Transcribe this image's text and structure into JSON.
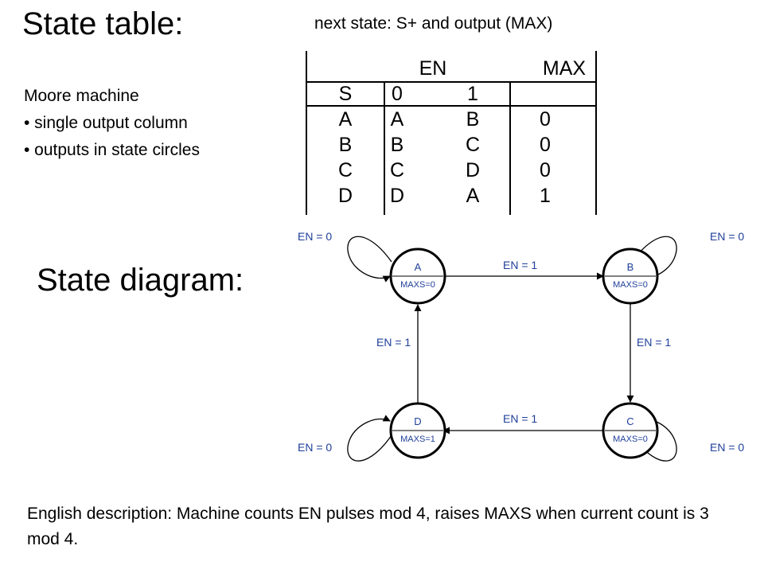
{
  "titles": {
    "state_table": "State table:",
    "state_diagram": "State diagram:"
  },
  "subtitle": "next state: S+ and output (MAX)",
  "moore": {
    "heading": "Moore machine",
    "bullets": [
      "• single output column",
      "• outputs in state circles"
    ]
  },
  "table": {
    "en_header": "EN",
    "max_header": "MAX",
    "s_header": "S",
    "en0_header": "0",
    "en1_header": "1",
    "rows": [
      {
        "s": "A",
        "en0": "A",
        "en1": "B",
        "max": "0"
      },
      {
        "s": "B",
        "en0": "B",
        "en1": "C",
        "max": "0"
      },
      {
        "s": "C",
        "en0": "C",
        "en1": "D",
        "max": "0"
      },
      {
        "s": "D",
        "en0": "D",
        "en1": "A",
        "max": "1"
      }
    ]
  },
  "diagram": {
    "states": [
      {
        "name": "A",
        "output": "MAXS=0"
      },
      {
        "name": "B",
        "output": "MAXS=0"
      },
      {
        "name": "C",
        "output": "MAXS=0"
      },
      {
        "name": "D",
        "output": "MAXS=1"
      }
    ],
    "self_loop_label": "EN = 0",
    "transition_label": "EN = 1",
    "colors": {
      "label": "#1f3f9a",
      "stroke": "#000000"
    }
  },
  "english": "English description: Machine counts EN pulses mod 4, raises MAXS when current count is 3 mod 4."
}
